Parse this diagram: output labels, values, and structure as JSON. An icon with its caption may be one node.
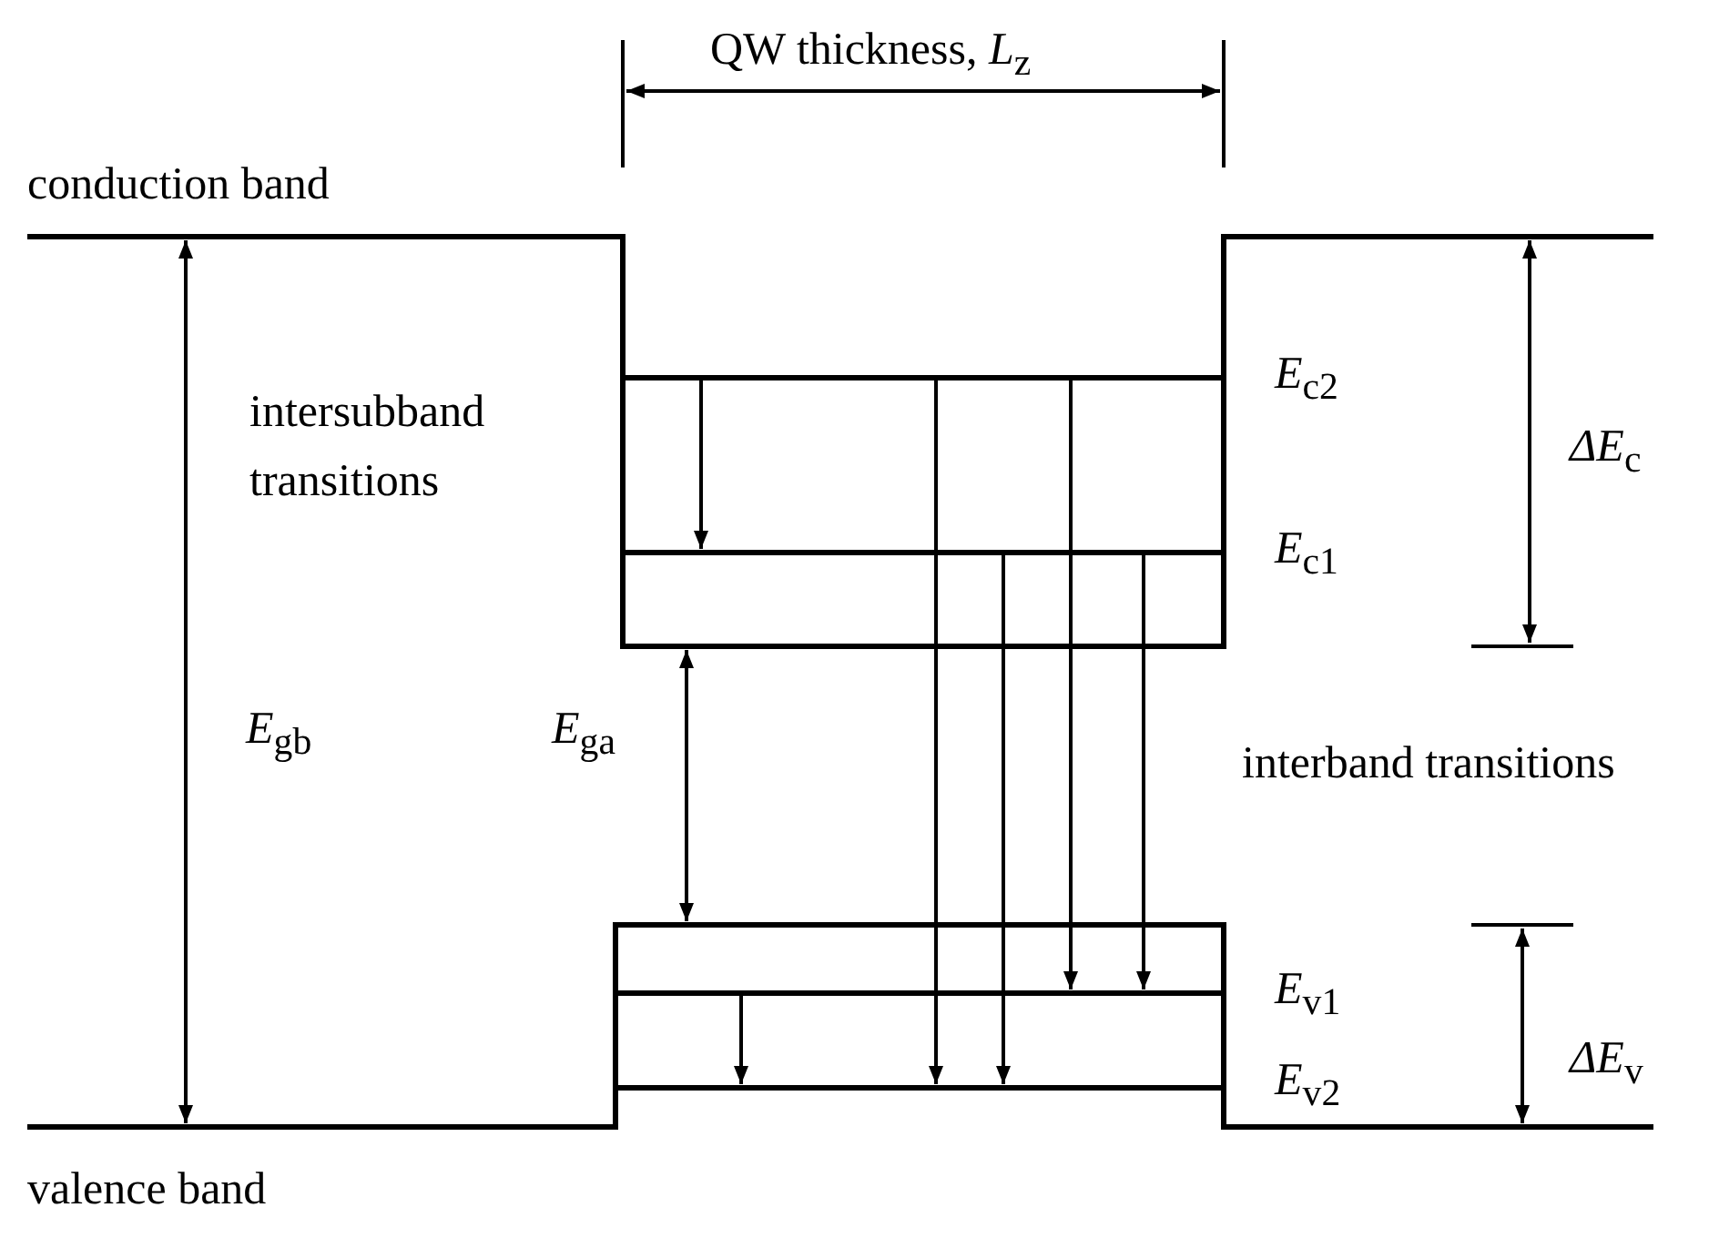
{
  "diagram": {
    "nodes": [
      {
        "text": [],
        "shape": "bar",
        "beside": [
          "*E*$_{c2}$"
        ]
      },
      {
        "text": [],
        "shape": "bar",
        "beside": [
          "*E*$_{c1}$"
        ]
      },
      {
        "text": [],
        "shape": "bar",
        "beside": [
          "*E*$_{v1}$"
        ]
      },
      {
        "text": [],
        "shape": "bar",
        "beside": [
          "*E*$_{v2}$"
        ]
      }
    ],
    "edges": [
      {
        "from": 0,
        "to": 1,
        "arrow": "to"
      },
      {
        "from": 2,
        "to": 3,
        "arrow": "to"
      },
      {
        "from": 0,
        "to": 3,
        "arrow": "to"
      },
      {
        "from": 1,
        "to": 3,
        "arrow": "to"
      },
      {
        "from": 0,
        "to": 2,
        "arrow": "to"
      },
      {
        "from": 1,
        "to": 2,
        "arrow": "to"
      }
    ],
    "labels": [
      "QW thickness, *L*$_{z}$",
      "conduction band",
      "intersubband transitions",
      "*E*$_{gb}$",
      "*E*$_{ga}$",
      "*ΔE*$_{c}$",
      "interband transitions",
      "*ΔE*$_{v}$",
      "valence band"
    ]
  }
}
